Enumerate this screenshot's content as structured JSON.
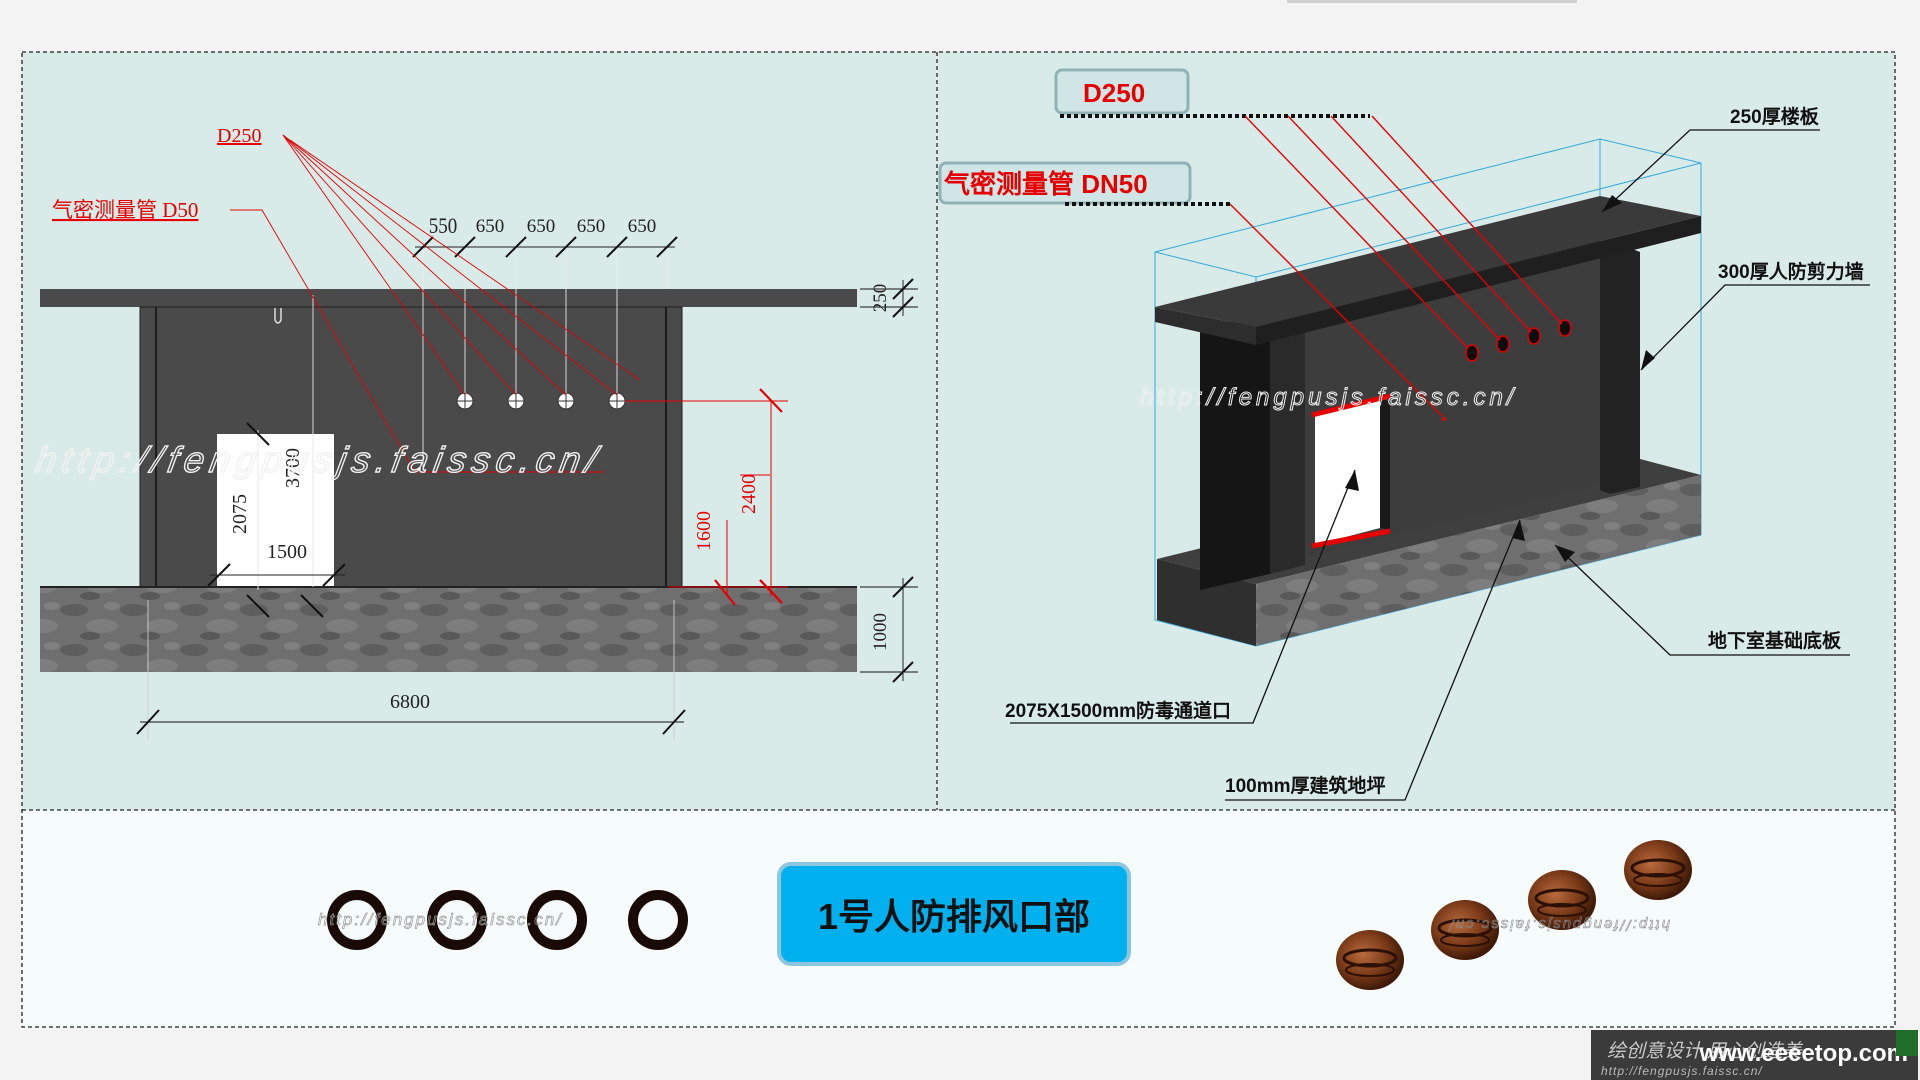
{
  "left_panel": {
    "label_d250": "D250",
    "label_gauge": "气密测量管 D50",
    "dims_top": [
      "550",
      "650",
      "650",
      "650",
      "650"
    ],
    "dim_slab": "250",
    "dim_door_h": "2075",
    "dim_door_w": "1500",
    "dim_3700": "3700",
    "dim_1600": "1600",
    "dim_2400": "2400",
    "dim_1000": "1000",
    "dim_6800": "6800"
  },
  "right_panel": {
    "label_d250": "D250",
    "label_gauge": "气密测量管  DN50",
    "label_slab": "250厚楼板",
    "label_wall": "300厚人防剪力墙",
    "label_base": "地下室基础底板",
    "label_door": "2075X1500mm防毒通道口",
    "label_floor": "100mm厚建筑地坪"
  },
  "bottom": {
    "title": "1号人防排风口部"
  },
  "watermark": {
    "url": "http://fengpusjs.faissc.cn/",
    "corner_text": "绘创意设计  用心创造美",
    "corner_site": "www.eeeetop.com",
    "corner_url": "http://fengpusjs.faissc.cn/"
  },
  "colors": {
    "panel_bg": "#d9ebe9",
    "bottom_bg": "#f6fbfb",
    "wall": "#4a4a4a",
    "red": "#e60000",
    "title_blue": "#00b0ef"
  }
}
